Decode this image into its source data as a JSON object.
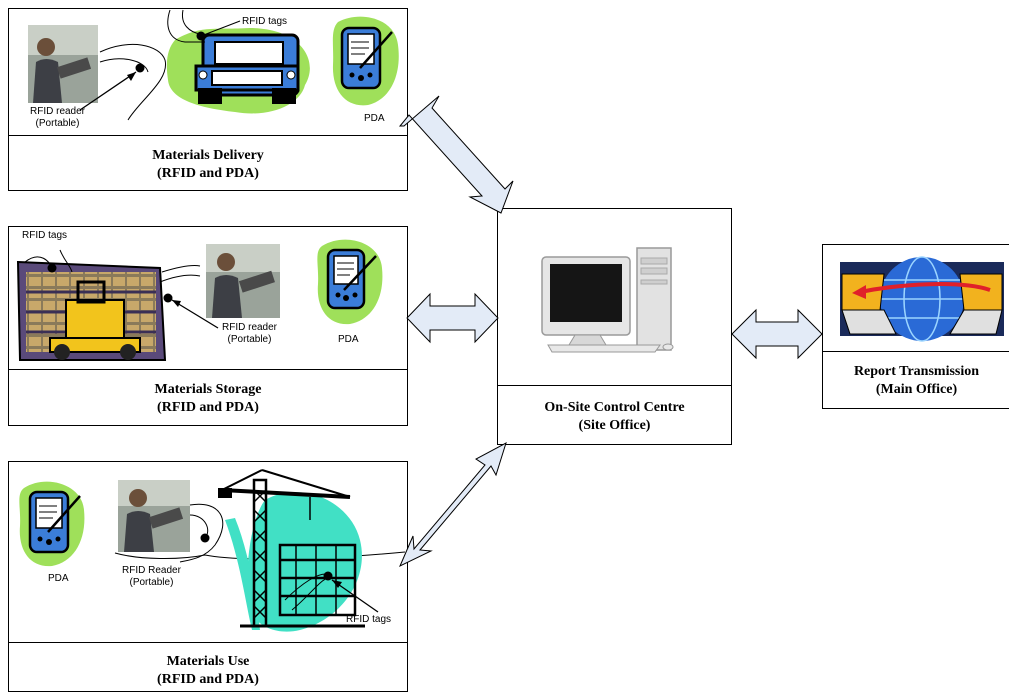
{
  "delivery": {
    "title": "Materials Delivery",
    "subtitle": "(RFID and PDA)",
    "reader_label_1": "RFID reader",
    "reader_label_2": "(Portable)",
    "tags_label": "RFID tags",
    "pda_label": "PDA"
  },
  "storage": {
    "title": "Materials Storage",
    "subtitle": "(RFID and PDA)",
    "tags_label": "RFID tags",
    "reader_label_1": "RFID reader",
    "reader_label_2": "(Portable)",
    "pda_label": "PDA"
  },
  "use": {
    "title": "Materials Use",
    "subtitle": "(RFID and PDA)",
    "pda_label": "PDA",
    "reader_label_1": "RFID Reader",
    "reader_label_2": "(Portable)",
    "tags_label": "RFID tags"
  },
  "control": {
    "title": "On-Site Control Centre",
    "subtitle": "(Site Office)"
  },
  "report": {
    "title": "Report Transmission",
    "subtitle": "(Main Office)"
  }
}
